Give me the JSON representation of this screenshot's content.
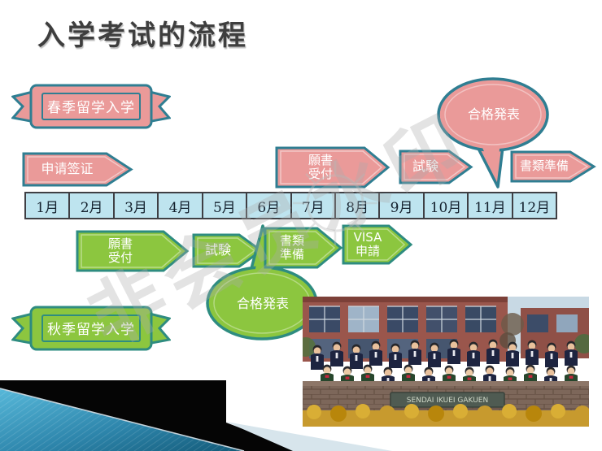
{
  "title": "入学考试的流程",
  "watermark": {
    "text": "非会员水印"
  },
  "spring": {
    "banner_label": "春季留学入学",
    "visa": "申请签证",
    "gansho_line1": "願書",
    "gansho_line2": "受付",
    "shiken": "試験",
    "gokaku": "合格発表",
    "shorui": "書類準備"
  },
  "timeline": {
    "months": [
      "1月",
      "2月",
      "3月",
      "4月",
      "5月",
      "6月",
      "7月",
      "8月",
      "9月",
      "10月",
      "11月",
      "12月"
    ]
  },
  "autumn": {
    "banner_label": "秋季留学入学",
    "gansho_line1": "願書",
    "gansho_line2": "受付",
    "shiken": "試験",
    "gokaku": "合格発表",
    "shorui_line1": "書類",
    "shorui_line2": "準備",
    "visa_line1": "VISA",
    "visa_line2": "申請"
  },
  "photo": {
    "sign": "SENDAI IKUEI GAKUEN"
  },
  "colors": {
    "pink_fill": "#EA9A99",
    "pink_border": "#2F7E92",
    "green_fill": "#8CC63F",
    "green_border": "#2E8C80",
    "cell_fill": "#BEE4EF",
    "cell_border": "#3F3F44",
    "title_color": "#3E3E3E",
    "watermark_color": "#ACACAC",
    "deco_black": "#050505",
    "deco_blue_dark": "#135A78",
    "deco_blue_light": "#57B8D9",
    "deco_pale": "#D7E5EC"
  }
}
